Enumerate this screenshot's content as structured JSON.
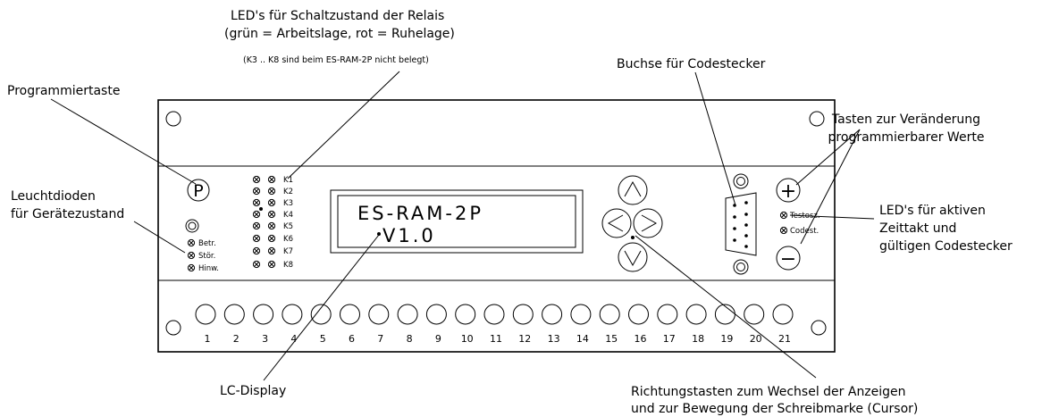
{
  "annotations": {
    "programmiertaste": "Programmiertaste",
    "leds_relais_1": "LED's für Schaltzustand der Relais",
    "leds_relais_2": "(grün = Arbeitslage, rot = Ruhelage)",
    "leds_relais_note": "(K3 .. K8 sind beim ES-RAM-2P nicht belegt)",
    "buchse": "Buchse für Codestecker",
    "tasten_1": "Tasten zur Veränderung",
    "tasten_2": "programmierbarer Werte",
    "leucht_1": "Leuchtdioden",
    "leucht_2": "für Gerätezustand",
    "led_aktiv_1": "LED's für aktiven",
    "led_aktiv_2": "Zeittakt und",
    "led_aktiv_3": "gültigen Codestecker",
    "lc_display": "LC-Display",
    "richtung_1": "Richtungstasten zum Wechsel der Anzeigen",
    "richtung_2": "und zur Bewegung der Schreibmarke (Cursor)"
  },
  "device": {
    "prog_button": "P",
    "status_leds": [
      "Betr.",
      "Stör.",
      "Hinw."
    ],
    "relay_leds": [
      "K1",
      "K2",
      "K3",
      "K4",
      "K5",
      "K6",
      "K7",
      "K8"
    ],
    "display_line1": "ES-RAM-2P",
    "display_line2": "V1.0",
    "plus_button": "+",
    "minus_button": "−",
    "small_leds": [
      "Testosz.",
      "Codest."
    ],
    "terminals": [
      "1",
      "2",
      "3",
      "4",
      "5",
      "6",
      "7",
      "8",
      "9",
      "10",
      "11",
      "12",
      "13",
      "14",
      "15",
      "16",
      "17",
      "18",
      "19",
      "20",
      "21"
    ]
  }
}
